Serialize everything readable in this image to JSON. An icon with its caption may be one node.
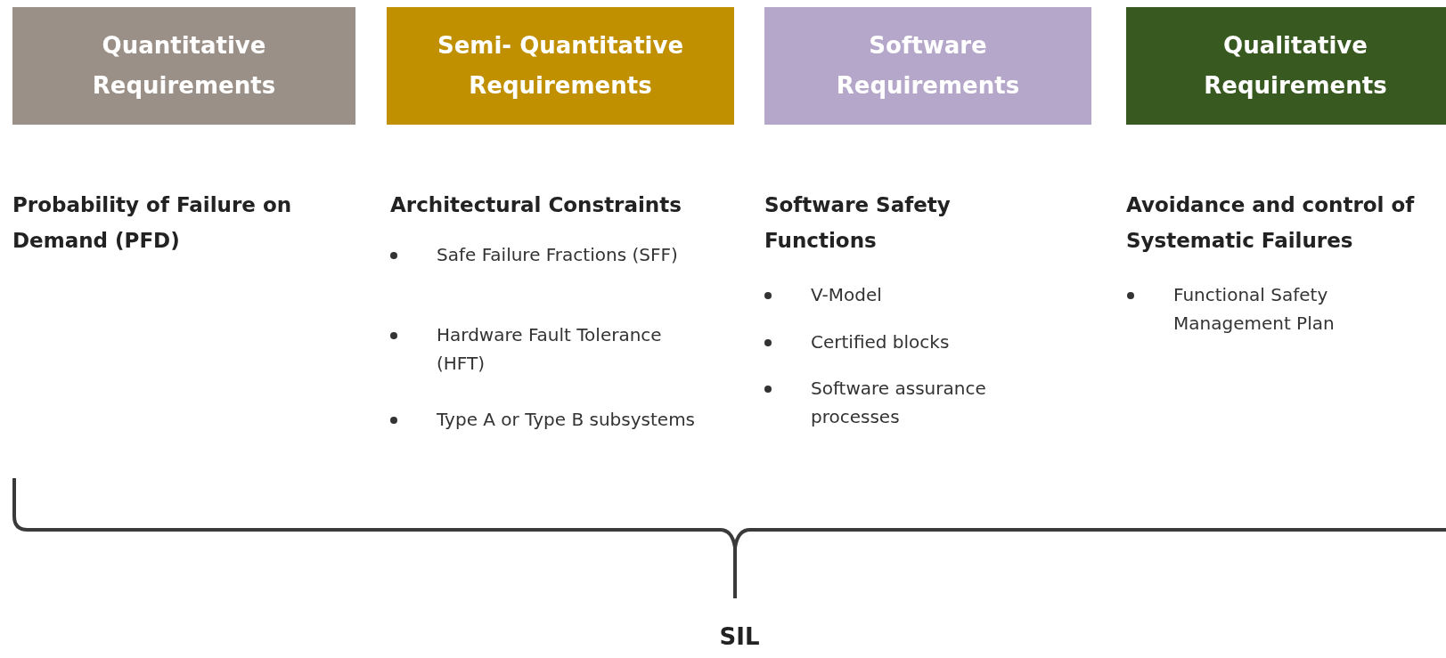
{
  "diagram": {
    "nodes": [
      {
        "text": [
          "Quantitative Requirements"
        ]
      },
      {
        "text": [
          "Semi- Quantitative Requirements"
        ]
      },
      {
        "text": [
          "Software Requirements"
        ]
      },
      {
        "text": [
          "Qualitative Requirements"
        ]
      }
    ],
    "labels": [
      "Probability of Failure on Demand (PFD)",
      "Architectural Constraints",
      "Safe Failure Fractions (SFF)",
      "Hardware Fault Tolerance (HFT)",
      "Type A or Type B subsystems",
      "Software Safety Functions",
      "V-Model",
      "Certified blocks",
      "Software assurance processes",
      "Avoidance and control of Systematic Failures",
      "Functional Safety Management Plan",
      "SIL"
    ]
  }
}
